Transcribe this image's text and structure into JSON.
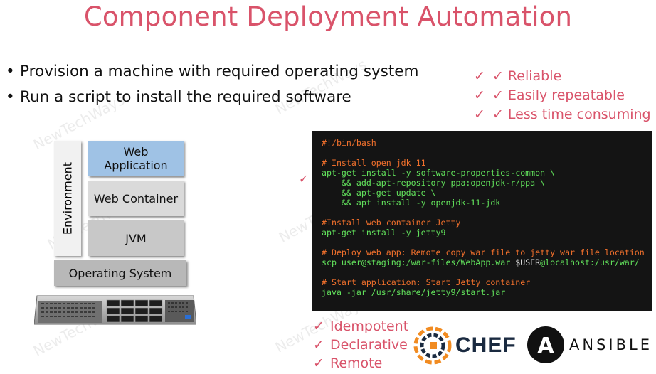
{
  "title": "Component Deployment Automation",
  "bullets": [
    "Provision a machine with required operating system",
    "Run a script to install the required software"
  ],
  "benefits": [
    "Reliable",
    "Easily repeatable",
    "Less time consuming"
  ],
  "stack": {
    "environment": "Environment",
    "web_application": "Web\nApplication",
    "web_container": "Web Container",
    "jvm": "JVM",
    "operating_system": "Operating System"
  },
  "script_lines": [
    {
      "text": "#!/bin/bash",
      "kind": "comment"
    },
    {
      "text": "",
      "kind": "code"
    },
    {
      "text": "# Install open jdk 11",
      "kind": "comment"
    },
    {
      "text": "apt-get install -y software-properties-common \\",
      "kind": "code"
    },
    {
      "text": "    && add-apt-repository ppa:openjdk-r/ppa \\",
      "kind": "code"
    },
    {
      "text": "    && apt-get update \\",
      "kind": "code"
    },
    {
      "text": "    && apt install -y openjdk-11-jdk",
      "kind": "code"
    },
    {
      "text": "",
      "kind": "code"
    },
    {
      "text": "#Install web container Jetty",
      "kind": "comment"
    },
    {
      "text": "apt-get install -y jetty9",
      "kind": "code"
    },
    {
      "text": "",
      "kind": "code"
    },
    {
      "text": "# Deploy web app: Remote copy war file to jetty war file location",
      "kind": "comment"
    },
    {
      "text": "scp user@staging:/war-files/WebApp.war $USER@localhost:/usr/war/",
      "kind": "scp"
    },
    {
      "text": "",
      "kind": "code"
    },
    {
      "text": "# Start application: Start Jetty container",
      "kind": "comment"
    },
    {
      "text": "java -jar /usr/share/jetty9/start.jar",
      "kind": "code"
    }
  ],
  "scp_parts": {
    "before": "scp user@staging:/war-files/WebApp.war ",
    "var": "$USER",
    "after": "@localhost:/usr/war/"
  },
  "properties": [
    "Idempotent",
    "Declarative",
    "Remote"
  ],
  "logos": {
    "chef": "CHEF",
    "ansible_letter": "A",
    "ansible": "ANSIBLE"
  },
  "watermark": "NewTechWays",
  "check_glyph": "✓",
  "colors": {
    "accent": "#d9536a",
    "terminal_bg": "#141414",
    "comment": "#f1702c",
    "code": "#62e25c",
    "web_app_box": "#9fc2e5",
    "chef_orange": "#f18b21"
  }
}
